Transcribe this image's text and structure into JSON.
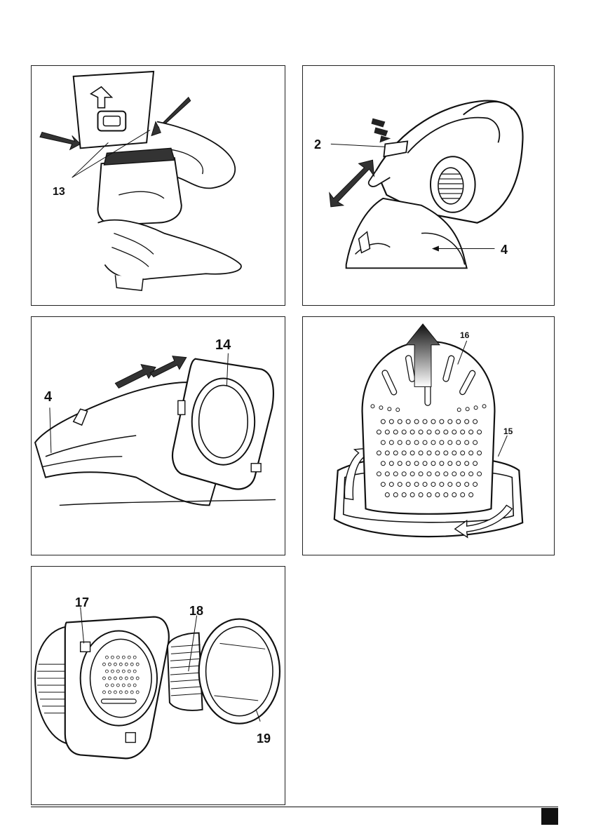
{
  "figures": [
    {
      "id": "fig-a",
      "labels": [
        "13"
      ]
    },
    {
      "id": "fig-b",
      "labels": [
        "2",
        "4"
      ]
    },
    {
      "id": "fig-c",
      "labels": [
        "14",
        "4"
      ]
    },
    {
      "id": "fig-d",
      "labels": [
        "16",
        "15"
      ]
    },
    {
      "id": "fig-e",
      "labels": [
        "17",
        "18",
        "19"
      ]
    }
  ]
}
